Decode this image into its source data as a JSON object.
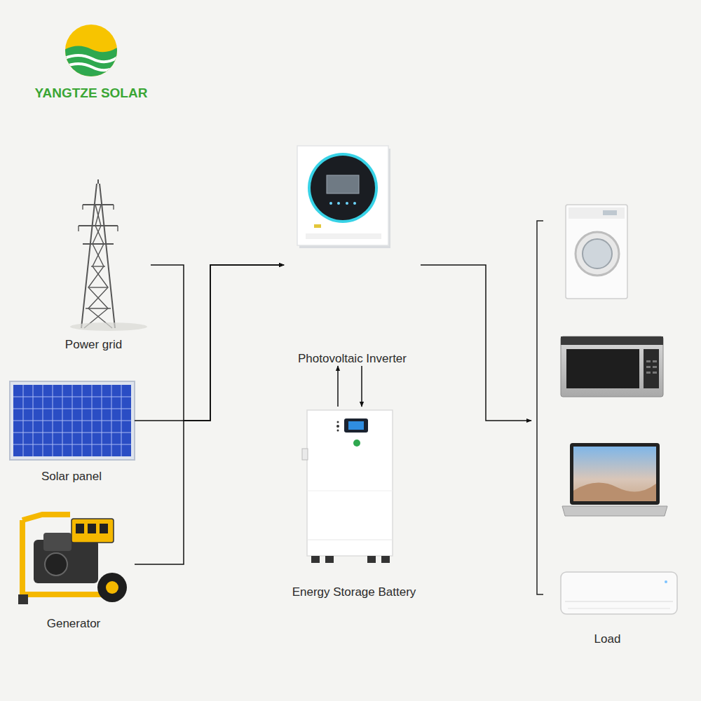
{
  "diagram": {
    "nodes": [
      {
        "text": [
          "Power grid"
        ]
      },
      {
        "text": [
          "Solar panel"
        ]
      },
      {
        "text": [
          "Generator"
        ]
      },
      {
        "text": [
          "Photovoltaic Inverter"
        ]
      },
      {
        "text": [
          "Energy Storage Battery"
        ]
      },
      {
        "text": [
          "Load"
        ]
      }
    ],
    "edges": [
      {
        "from": 0,
        "to": 3,
        "arrow": "to"
      },
      {
        "from": 1,
        "to": 3,
        "arrow": "to"
      },
      {
        "from": 2,
        "to": 3,
        "arrow": "to"
      },
      {
        "from": 4,
        "to": 3,
        "arrow": "to"
      },
      {
        "from": 3,
        "to": 4,
        "arrow": "to"
      },
      {
        "from": 3,
        "to": 5,
        "arrow": "to"
      }
    ],
    "labels": [
      "YANGTZE SOLAR"
    ]
  }
}
